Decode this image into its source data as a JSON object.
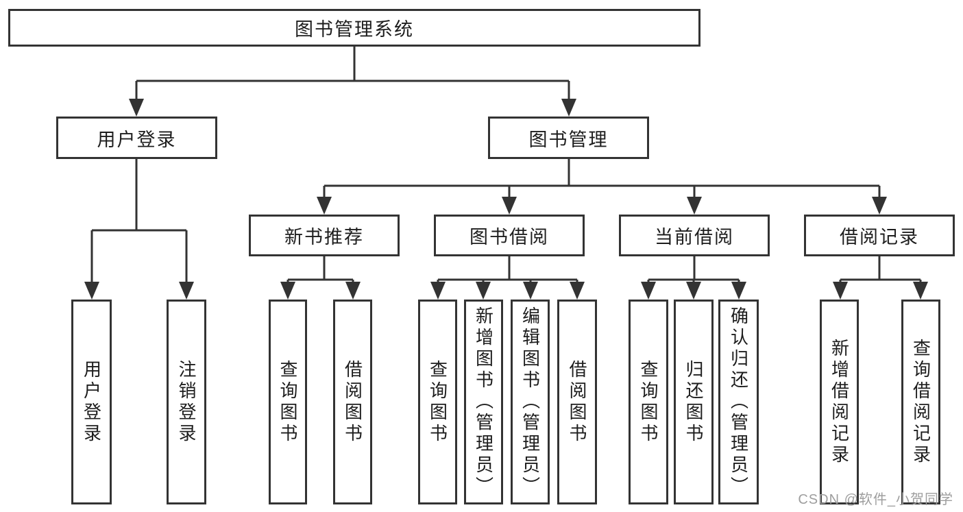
{
  "diagram": {
    "root": {
      "label": "图书管理系统"
    },
    "branches": [
      {
        "label": "用户登录",
        "children": [
          {
            "label": "用户登录"
          },
          {
            "label": "注销登录"
          }
        ]
      },
      {
        "label": "图书管理",
        "children": [
          {
            "label": "新书推荐",
            "children": [
              {
                "label": "查询图书"
              },
              {
                "label": "借阅图书"
              }
            ]
          },
          {
            "label": "图书借阅",
            "children": [
              {
                "label": "查询图书"
              },
              {
                "label": "新增图书（管理员）"
              },
              {
                "label": "编辑图书（管理员）"
              },
              {
                "label": "借阅图书"
              }
            ]
          },
          {
            "label": "当前借阅",
            "children": [
              {
                "label": "查询图书"
              },
              {
                "label": "归还图书"
              },
              {
                "label": "确认归还（管理员）"
              }
            ]
          },
          {
            "label": "借阅记录",
            "children": [
              {
                "label": "新增借阅记录"
              },
              {
                "label": "查询借阅记录"
              }
            ]
          }
        ]
      }
    ]
  },
  "watermark": {
    "text": "CSDN @软件_小贺同学"
  },
  "colors": {
    "line": "#333333",
    "text": "#1d1d1d",
    "background": "#ffffff",
    "watermark": "#9e9e9e"
  }
}
